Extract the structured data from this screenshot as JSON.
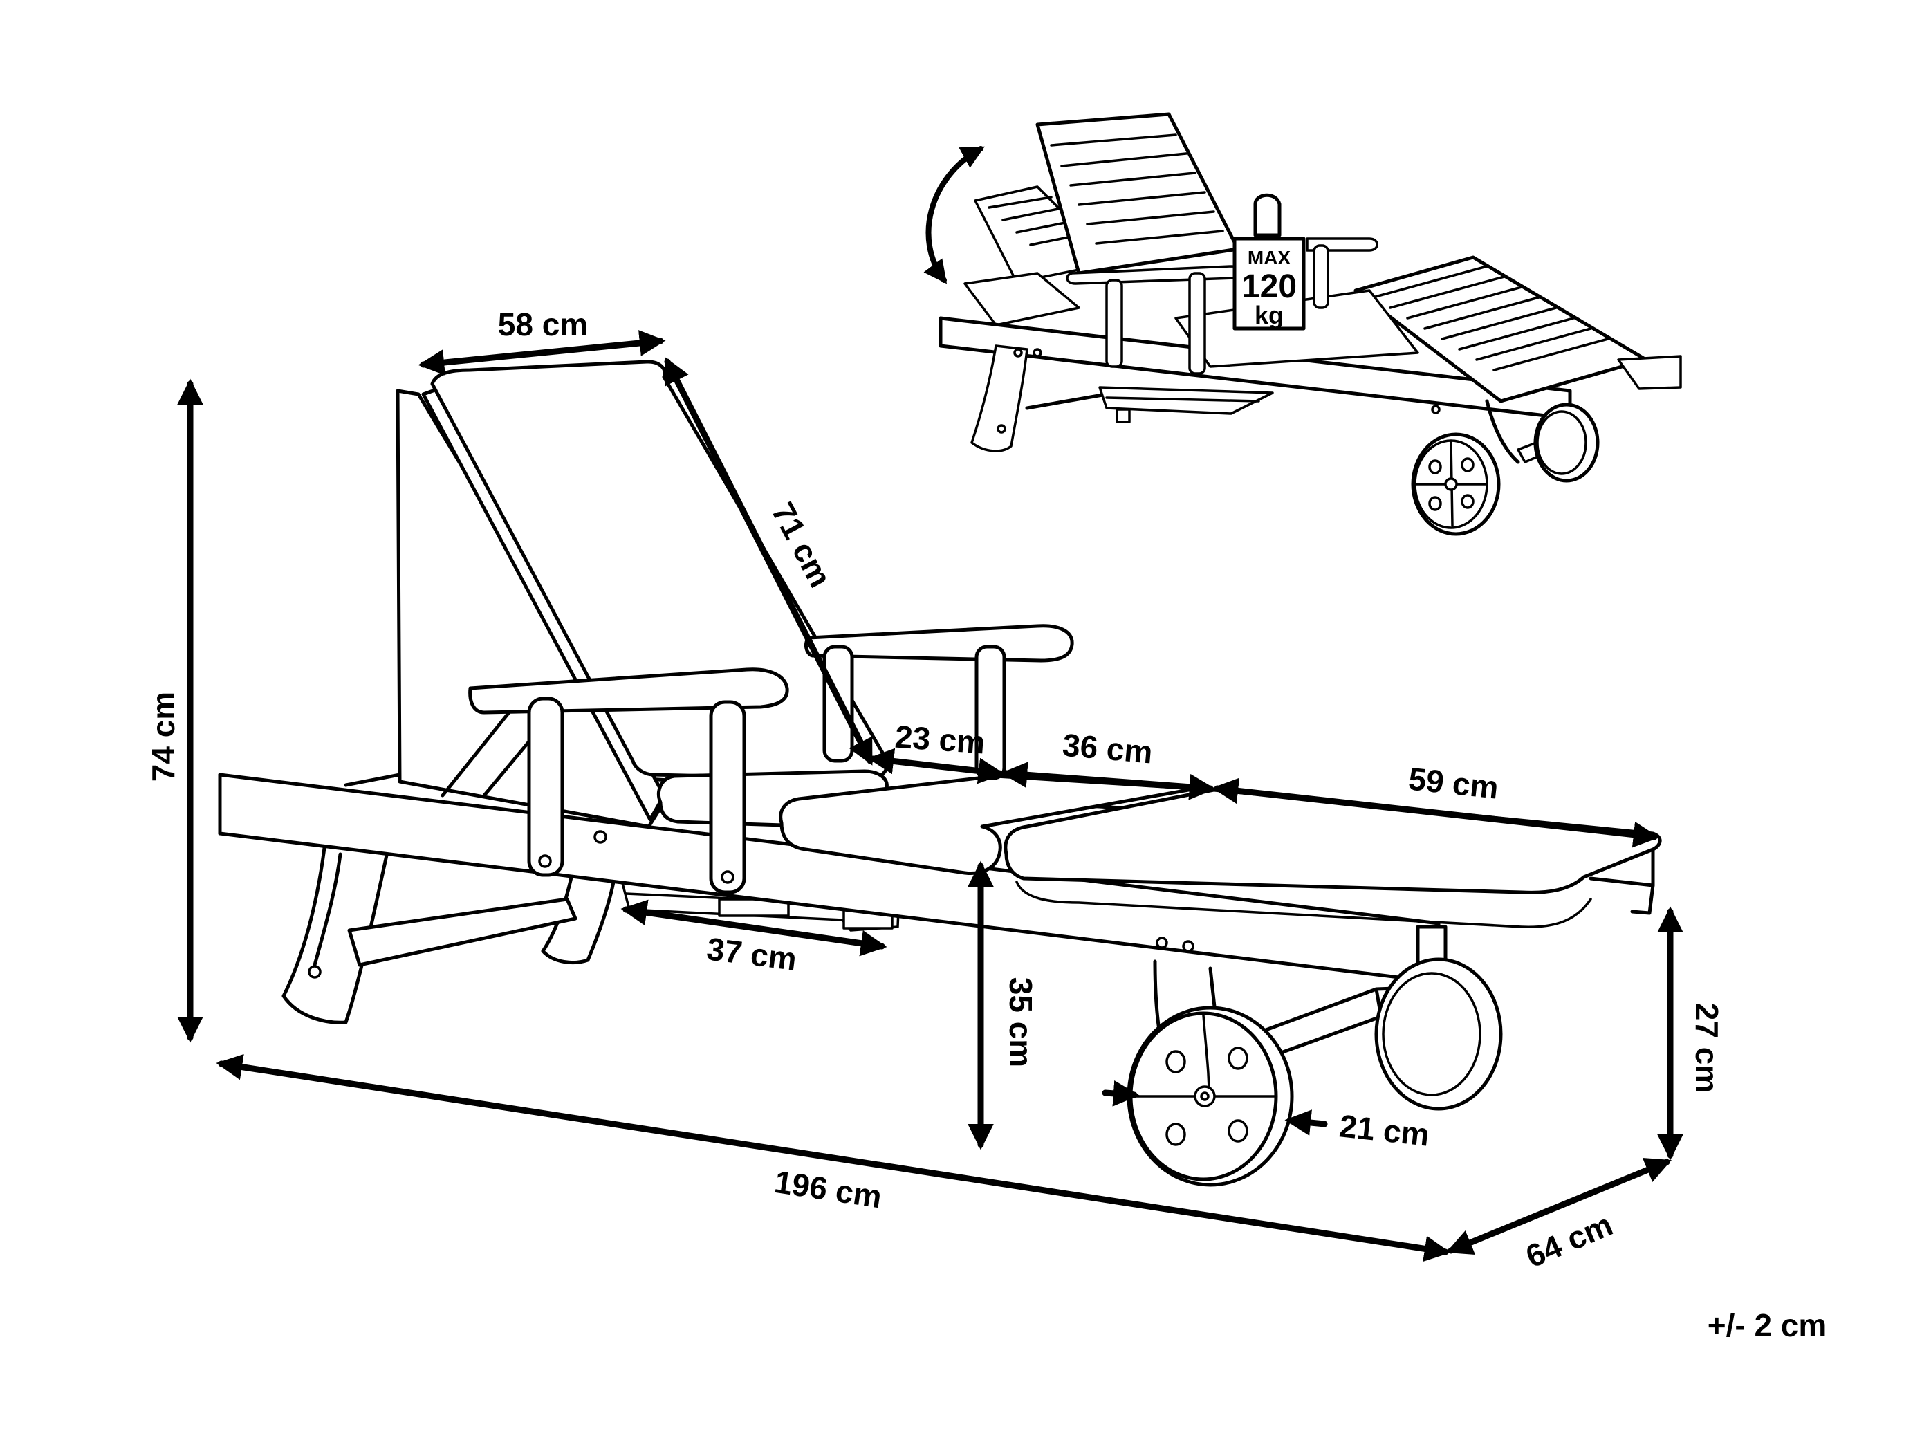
{
  "dimensions": {
    "backrest_width": "58 cm",
    "backrest_length": "71 cm",
    "total_height": "74 cm",
    "seat_section": "23 cm",
    "middle_section": "36 cm",
    "leg_section": "59 cm",
    "tray_width": "37 cm",
    "seat_height": "35 cm",
    "leg_height": "27 cm",
    "total_length": "196 cm",
    "total_width": "64 cm",
    "wheel_diameter": "21 cm"
  },
  "tolerance": "+/- 2 cm",
  "load_badge": {
    "line1": "MAX",
    "line2": "120",
    "line3": "kg"
  },
  "colors": {
    "line": "#000000",
    "background": "#ffffff"
  },
  "icons": {
    "rotate": "curved-double-arrow-icon",
    "weight": "weight-badge-icon"
  }
}
